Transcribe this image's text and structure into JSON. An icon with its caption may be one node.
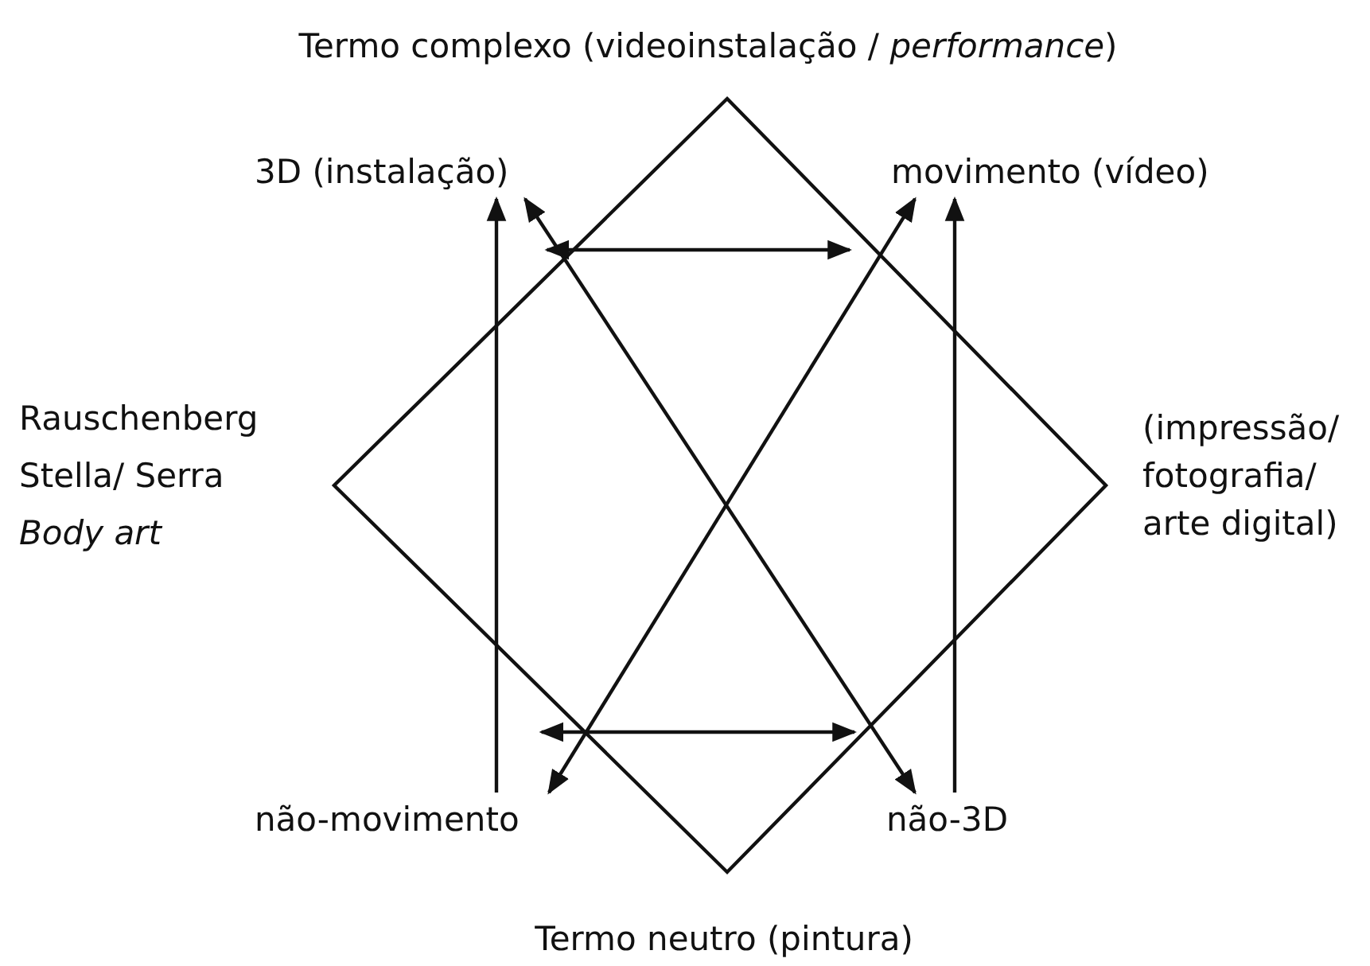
{
  "diagram": {
    "title": "Termo complexo (videoinstalação / *performance*)",
    "caption": "Termo neutro (pintura)",
    "nodes": [
      {
        "text": [
          "3D (instalação)"
        ]
      },
      {
        "text": [
          "movimento (vídeo)"
        ]
      },
      {
        "text": [
          "não-movimento"
        ]
      },
      {
        "text": [
          "não-3D"
        ]
      }
    ],
    "edges": [
      {
        "from": 0,
        "to": 1,
        "arrow": "both"
      },
      {
        "from": 2,
        "to": 3,
        "arrow": "both"
      },
      {
        "from": 2,
        "to": 0,
        "arrow": "to"
      },
      {
        "from": 3,
        "to": 1,
        "arrow": "to"
      },
      {
        "from": 1,
        "to": 2,
        "arrow": "both"
      },
      {
        "from": 0,
        "to": 3,
        "arrow": "both"
      }
    ],
    "labels": [
      "Rauschenberg",
      "Stella/ Serra",
      "Body art",
      "(impressão/ fotografia/ arte digital)"
    ]
  }
}
